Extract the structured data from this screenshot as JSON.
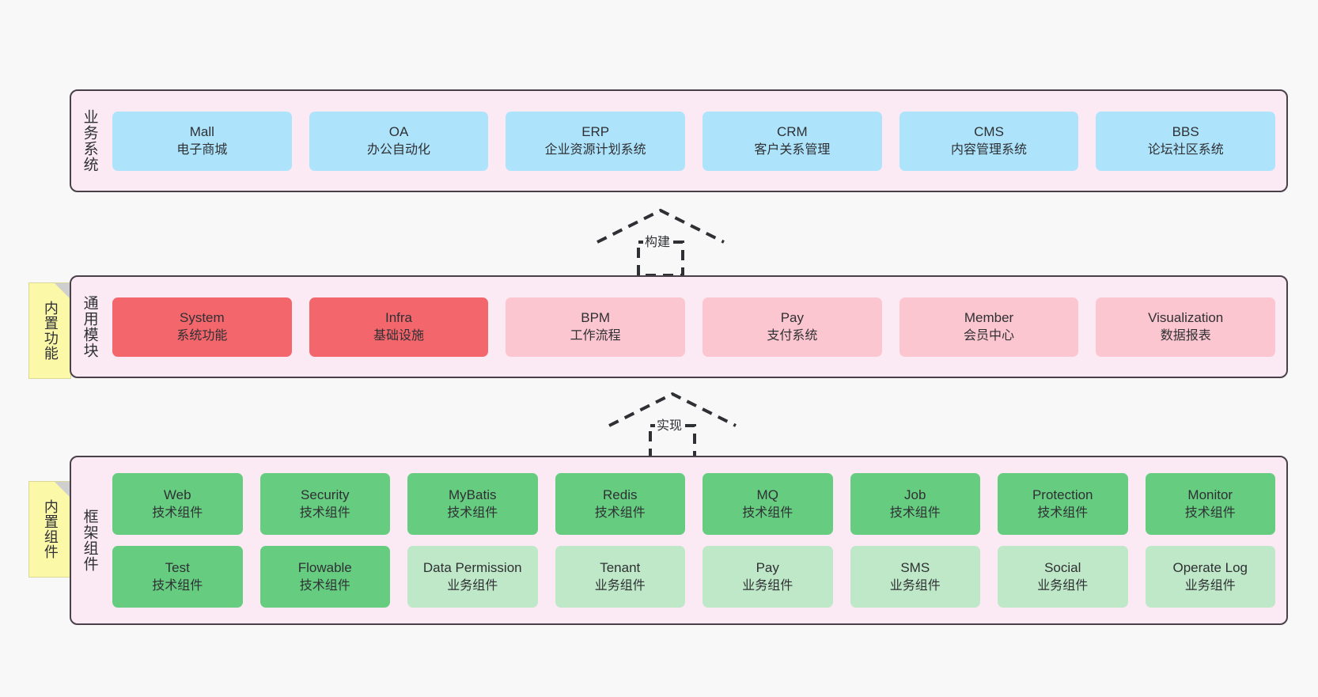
{
  "diagram": {
    "title_business": "业务系统",
    "title_common": "通用模块",
    "title_framework": "框架组件",
    "colors": {
      "panel_bg": "#fbeaf4",
      "panel_border": "#49404a",
      "blue": "#ade4fb",
      "red": "#f2666c",
      "pink": "#fbc6cf",
      "green": "#66cc80",
      "light_green": "#bfe8c8",
      "note_yellow": "#fbf8a8",
      "canvas": "#f8f8f8"
    }
  },
  "notes": {
    "common": "内置功能",
    "framework": "内置组件"
  },
  "arrows": {
    "build": "构建",
    "implement": "实现"
  },
  "business_systems": [
    {
      "name": "Mall",
      "desc": "电子商城"
    },
    {
      "name": "OA",
      "desc": "办公自动化"
    },
    {
      "name": "ERP",
      "desc": "企业资源计划系统"
    },
    {
      "name": "CRM",
      "desc": "客户关系管理"
    },
    {
      "name": "CMS",
      "desc": "内容管理系统"
    },
    {
      "name": "BBS",
      "desc": "论坛社区系统"
    }
  ],
  "common_modules": [
    {
      "name": "System",
      "desc": "系统功能",
      "tone": "red"
    },
    {
      "name": "Infra",
      "desc": "基础设施",
      "tone": "red"
    },
    {
      "name": "BPM",
      "desc": "工作流程",
      "tone": "pink"
    },
    {
      "name": "Pay",
      "desc": "支付系统",
      "tone": "pink"
    },
    {
      "name": "Member",
      "desc": "会员中心",
      "tone": "pink"
    },
    {
      "name": "Visualization",
      "desc": "数据报表",
      "tone": "pink"
    }
  ],
  "framework_components_row1": [
    {
      "name": "Web",
      "desc": "技术组件",
      "tone": "green"
    },
    {
      "name": "Security",
      "desc": "技术组件",
      "tone": "green"
    },
    {
      "name": "MyBatis",
      "desc": "技术组件",
      "tone": "green"
    },
    {
      "name": "Redis",
      "desc": "技术组件",
      "tone": "green"
    },
    {
      "name": "MQ",
      "desc": "技术组件",
      "tone": "green"
    },
    {
      "name": "Job",
      "desc": "技术组件",
      "tone": "green"
    },
    {
      "name": "Protection",
      "desc": "技术组件",
      "tone": "green"
    },
    {
      "name": "Monitor",
      "desc": "技术组件",
      "tone": "green"
    }
  ],
  "framework_components_row2": [
    {
      "name": "Test",
      "desc": "技术组件",
      "tone": "green"
    },
    {
      "name": "Flowable",
      "desc": "技术组件",
      "tone": "green"
    },
    {
      "name": "Data Permission",
      "desc": "业务组件",
      "tone": "light_green"
    },
    {
      "name": "Tenant",
      "desc": "业务组件",
      "tone": "light_green"
    },
    {
      "name": "Pay",
      "desc": "业务组件",
      "tone": "light_green"
    },
    {
      "name": "SMS",
      "desc": "业务组件",
      "tone": "light_green"
    },
    {
      "name": "Social",
      "desc": "业务组件",
      "tone": "light_green"
    },
    {
      "name": "Operate Log",
      "desc": "业务组件",
      "tone": "light_green"
    }
  ]
}
